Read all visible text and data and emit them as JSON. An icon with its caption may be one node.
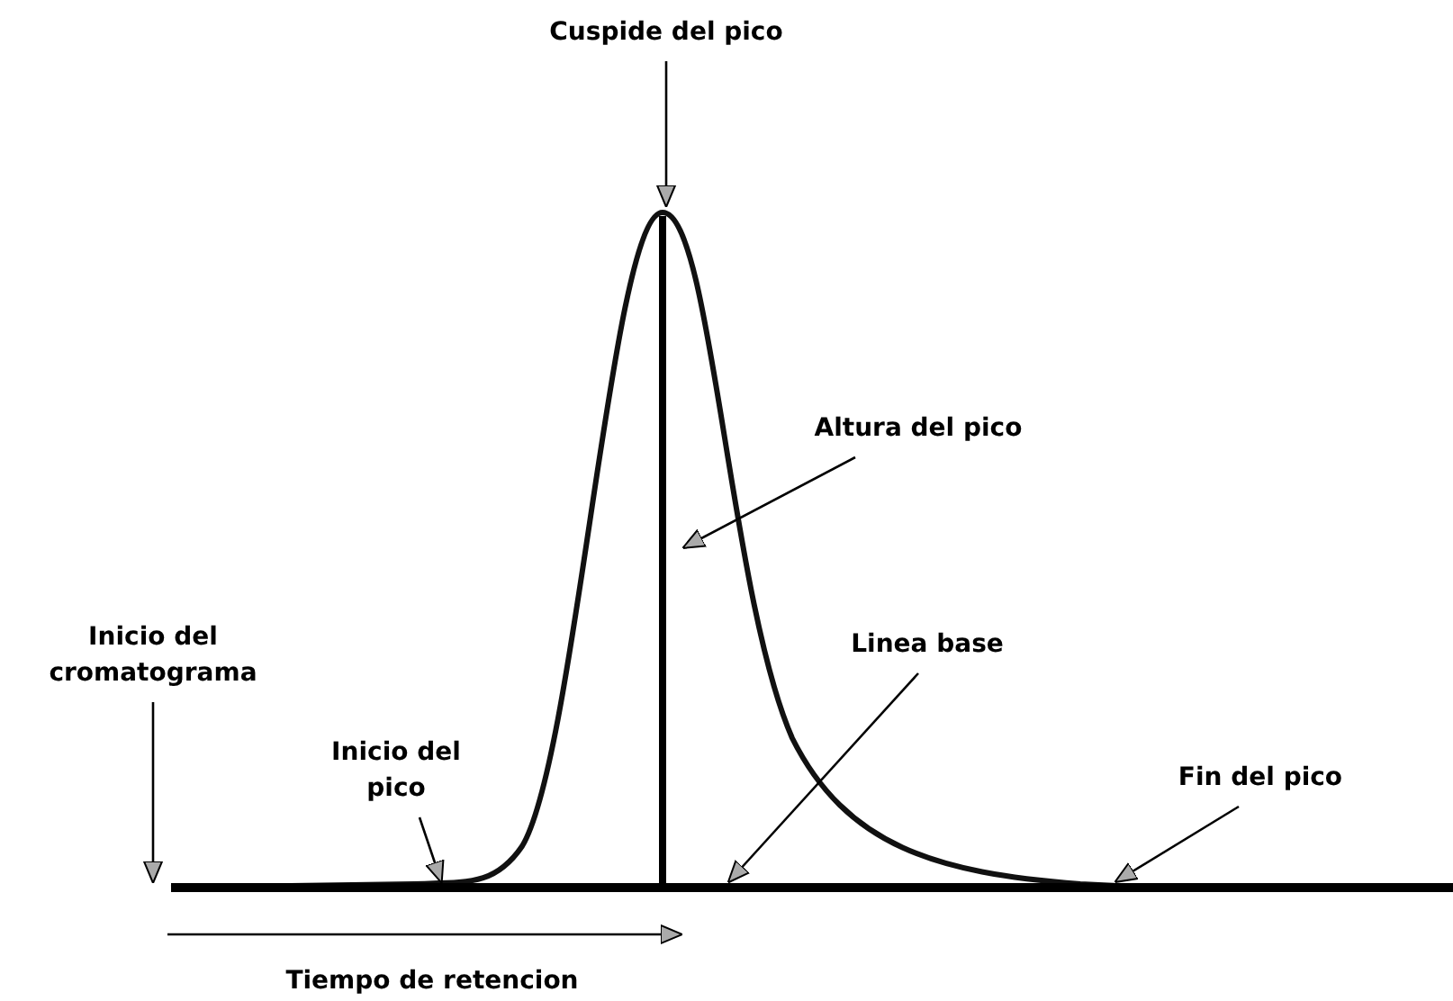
{
  "diagram": {
    "nodes": [
      {
        "text": [
          "Cuspide del pico"
        ]
      },
      {
        "text": [
          "Altura del pico"
        ]
      },
      {
        "text": [
          "Inicio del cromatograma"
        ]
      },
      {
        "text": [
          "Linea base"
        ]
      },
      {
        "text": [
          "Inicio del pico"
        ]
      },
      {
        "text": [
          "Fin del pico"
        ]
      },
      {
        "text": [],
        "shape": "bar"
      },
      {
        "text": [],
        "shape": "bar"
      }
    ],
    "edges": [
      {
        "from": 0,
        "to": 6,
        "arrow": "to"
      },
      {
        "from": 1,
        "to": 6,
        "arrow": "to"
      },
      {
        "from": 2,
        "to": 7,
        "arrow": "to"
      },
      {
        "from": 3,
        "to": 7,
        "arrow": "to"
      },
      {
        "from": 4,
        "to": 7,
        "arrow": "to"
      },
      {
        "from": 5,
        "to": 7,
        "arrow": "to"
      }
    ],
    "labels": [
      "Tiempo de retencion"
    ]
  }
}
